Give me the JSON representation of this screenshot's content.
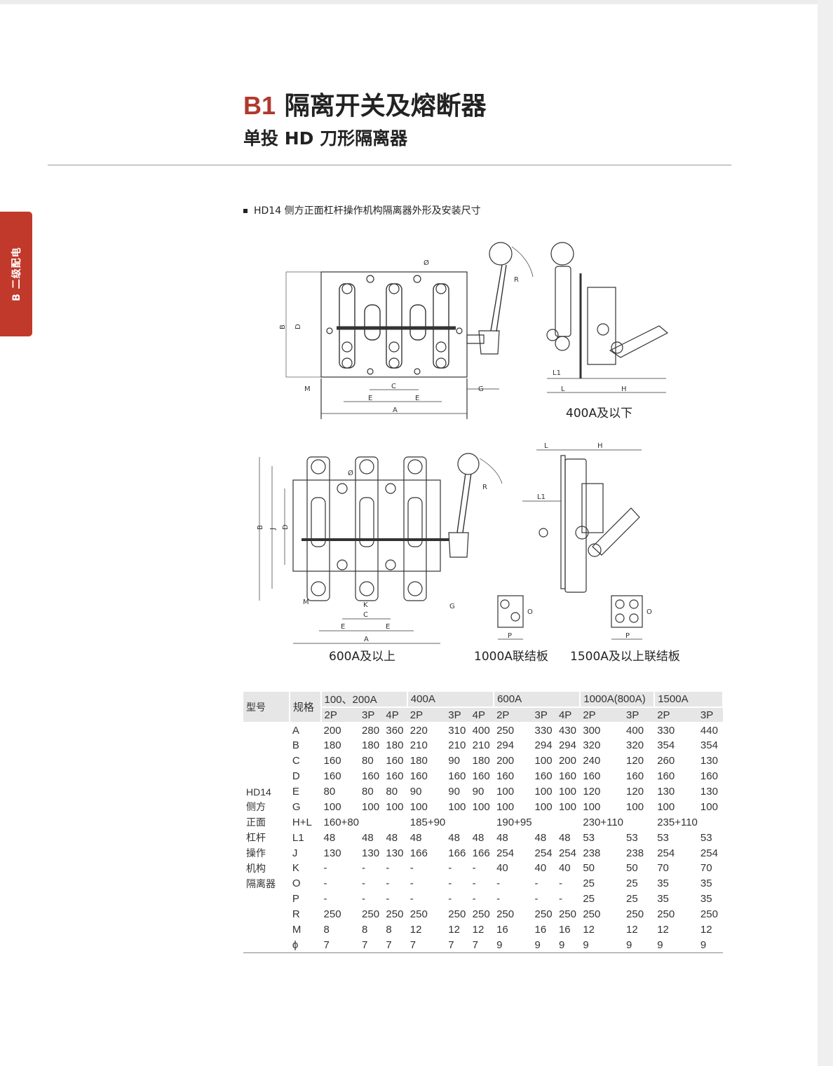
{
  "side_tab": "B 二级配电",
  "header": {
    "code": "B1",
    "title": "隔离开关及熔断器",
    "subtitle": "单投 HD 刀形隔离器"
  },
  "section_title": "HD14 侧方正面杠杆操作机构隔离器外形及安装尺寸",
  "drawings": {
    "captions": [
      "400A及以下",
      "600A及以上",
      "1000A联结板",
      "1500A及以上联结板"
    ],
    "dimension_labels": [
      "A",
      "B",
      "C",
      "D",
      "E",
      "G",
      "H",
      "J",
      "K",
      "L",
      "L1",
      "M",
      "O",
      "P",
      "R",
      "Ø"
    ]
  },
  "table": {
    "model_header": "型号",
    "spec_header": "规格",
    "groups": [
      {
        "label": "100、200A",
        "span": 3
      },
      {
        "label": "400A",
        "span": 3
      },
      {
        "label": "600A",
        "span": 3
      },
      {
        "label": "1000A(800A)",
        "span": 2
      },
      {
        "label": "1500A",
        "span": 2
      }
    ],
    "poles": [
      "2P",
      "3P",
      "4P",
      "2P",
      "3P",
      "4P",
      "2P",
      "3P",
      "4P",
      "2P",
      "3P",
      "2P",
      "3P"
    ],
    "rows": [
      {
        "model": "",
        "spec": "A",
        "values": [
          "200",
          "280",
          "360",
          "220",
          "310",
          "400",
          "250",
          "330",
          "430",
          "300",
          "400",
          "330",
          "440"
        ]
      },
      {
        "model": "",
        "spec": "B",
        "values": [
          "180",
          "180",
          "180",
          "210",
          "210",
          "210",
          "294",
          "294",
          "294",
          "320",
          "320",
          "354",
          "354"
        ]
      },
      {
        "model": "",
        "spec": "C",
        "values": [
          "160",
          "80",
          "160",
          "180",
          "90",
          "180",
          "200",
          "100",
          "200",
          "240",
          "120",
          "260",
          "130"
        ]
      },
      {
        "model": "",
        "spec": "D",
        "values": [
          "160",
          "160",
          "160",
          "160",
          "160",
          "160",
          "160",
          "160",
          "160",
          "160",
          "160",
          "160",
          "160"
        ]
      },
      {
        "model": "HD14",
        "spec": "E",
        "values": [
          "80",
          "80",
          "80",
          "90",
          "90",
          "90",
          "100",
          "100",
          "100",
          "120",
          "120",
          "130",
          "130"
        ]
      },
      {
        "model": "侧方",
        "spec": "G",
        "values": [
          "100",
          "100",
          "100",
          "100",
          "100",
          "100",
          "100",
          "100",
          "100",
          "100",
          "100",
          "100",
          "100"
        ]
      },
      {
        "model": "正面",
        "spec": "H+L",
        "values": [
          "160+80",
          "",
          "",
          "185+90",
          "",
          "",
          "190+95",
          "",
          "",
          "230+110",
          "",
          "235+110",
          ""
        ]
      },
      {
        "model": "杠杆",
        "spec": "L1",
        "values": [
          "48",
          "48",
          "48",
          "48",
          "48",
          "48",
          "48",
          "48",
          "48",
          "53",
          "53",
          "53",
          "53"
        ]
      },
      {
        "model": "操作",
        "spec": "J",
        "values": [
          "130",
          "130",
          "130",
          "166",
          "166",
          "166",
          "254",
          "254",
          "254",
          "238",
          "238",
          "254",
          "254"
        ]
      },
      {
        "model": "机构",
        "spec": "K",
        "values": [
          "-",
          "-",
          "-",
          "-",
          "-",
          "-",
          "40",
          "40",
          "40",
          "50",
          "50",
          "70",
          "70"
        ]
      },
      {
        "model": "隔离器",
        "spec": "O",
        "values": [
          "-",
          "-",
          "-",
          "-",
          "-",
          "-",
          "-",
          "-",
          "-",
          "25",
          "25",
          "35",
          "35"
        ]
      },
      {
        "model": "",
        "spec": "P",
        "values": [
          "-",
          "-",
          "-",
          "-",
          "-",
          "-",
          "-",
          "-",
          "-",
          "25",
          "25",
          "35",
          "35"
        ]
      },
      {
        "model": "",
        "spec": "R",
        "values": [
          "250",
          "250",
          "250",
          "250",
          "250",
          "250",
          "250",
          "250",
          "250",
          "250",
          "250",
          "250",
          "250"
        ]
      },
      {
        "model": "",
        "spec": "M",
        "values": [
          "8",
          "8",
          "8",
          "12",
          "12",
          "12",
          "16",
          "16",
          "16",
          "12",
          "12",
          "12",
          "12"
        ]
      },
      {
        "model": "",
        "spec": "ϕ",
        "values": [
          "7",
          "7",
          "7",
          "7",
          "7",
          "7",
          "9",
          "9",
          "9",
          "9",
          "9",
          "9",
          "9"
        ]
      }
    ]
  }
}
